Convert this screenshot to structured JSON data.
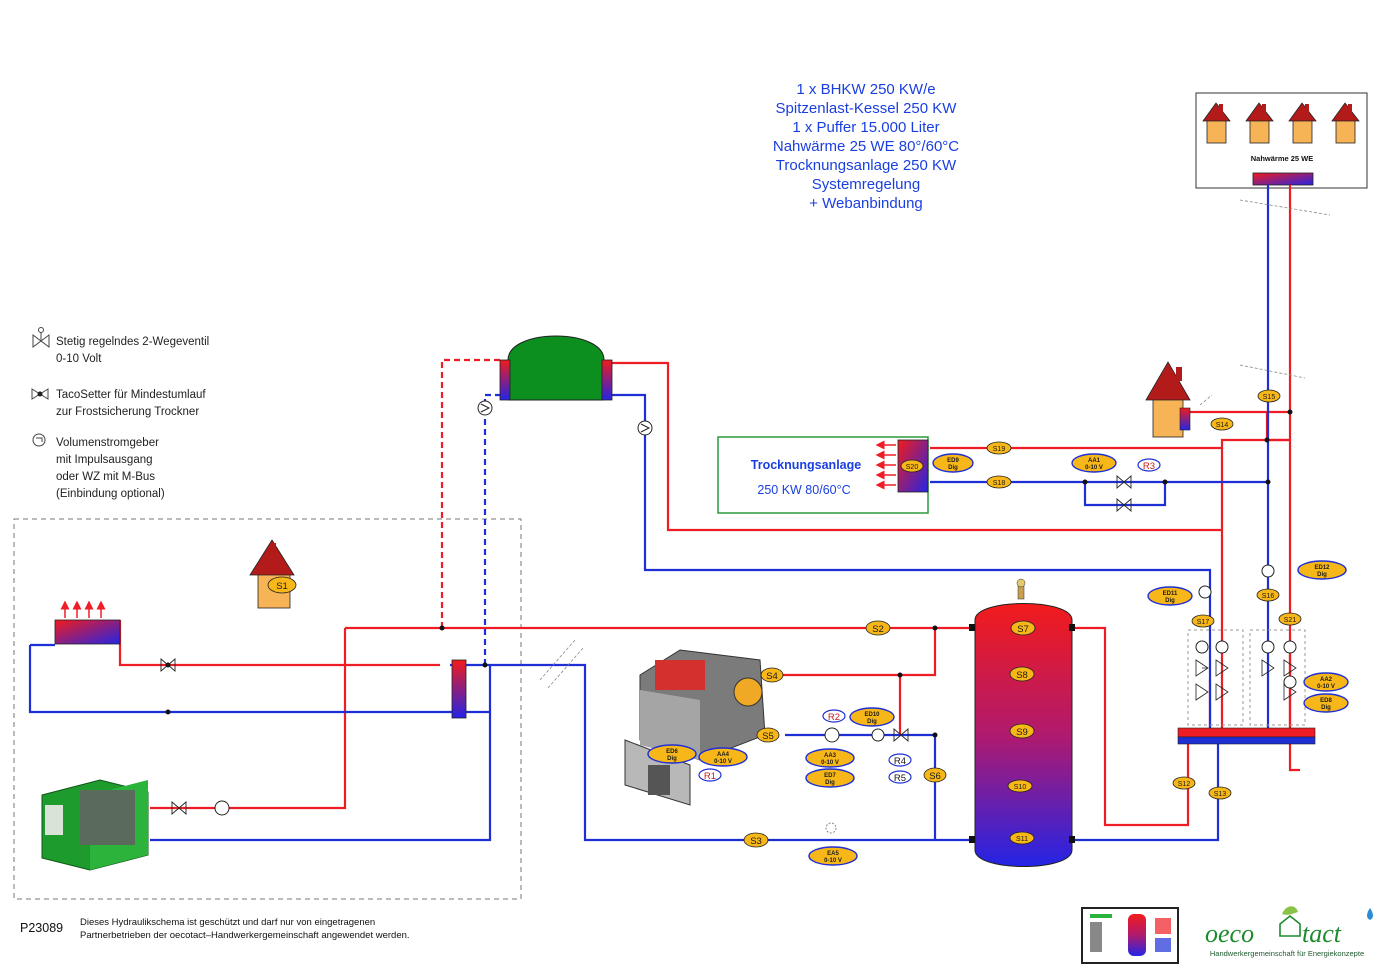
{
  "header_lines": [
    "1 x BHKW 250 KW/e",
    "Spitzenlast-Kessel 250 KW",
    "1 x Puffer 15.000 Liter",
    "Nahwärme 25 WE 80°/60°C",
    "Trocknungsanlage 250 KW",
    "Systemregelung",
    "+ Webanbindung"
  ],
  "legend": {
    "valve": [
      "Stetig regelndes 2-Wegeventil",
      "0-10 Volt"
    ],
    "tacosetter": [
      "TacoSetter für Mindestumlauf",
      "zur Frostsicherung Trockner"
    ],
    "flowmeter": [
      "Volumenstromgeber",
      "mit Impulsausgang",
      "oder WZ mit M-Bus",
      "(Einbindung optional)"
    ]
  },
  "nahwaerme_label": "Nahwärme 25 WE",
  "trocknung": {
    "title": "Trocknungsanlage",
    "spec": "250 KW 80/60°C"
  },
  "sensors": {
    "S1": "S1",
    "S2": "S2",
    "S3": "S3",
    "S4": "S4",
    "S5": "S5",
    "S6": "S6",
    "S7": "S7",
    "S8": "S8",
    "S9": "S9",
    "S10": "S10",
    "S11": "S11",
    "S12": "S12",
    "S13": "S13",
    "S14": "S14",
    "S15": "S15",
    "S16": "S16",
    "S17": "S17",
    "S18": "S18",
    "S19": "S19",
    "S20": "S20",
    "S21": "S21"
  },
  "io_tags": {
    "ED9": [
      "ED9",
      "Dig"
    ],
    "AA1": [
      "AA1",
      "0-10 V"
    ],
    "ED11": [
      "ED11",
      "Dig"
    ],
    "ED12": [
      "ED12",
      "Dig"
    ],
    "AA2": [
      "AA2",
      "0-10 V"
    ],
    "ED8": [
      "ED8",
      "Dig"
    ],
    "ED10": [
      "ED10",
      "Dig"
    ],
    "AA3": [
      "AA3",
      "0-10 V"
    ],
    "ED7": [
      "ED7",
      "Dig"
    ],
    "ED6": [
      "ED6",
      "Dig"
    ],
    "AA4": [
      "AA4",
      "0-10 V"
    ],
    "EA5": [
      "EA5",
      "0-10 V"
    ]
  },
  "relays": {
    "R1": "R1",
    "R2": "R2",
    "R3": "R3",
    "R4": "R4",
    "R5": "R5"
  },
  "footer": {
    "code": "P23089",
    "notice_line1": "Dieses Hydraulikschema ist geschützt und darf nur von eingetragenen",
    "notice_line2": "Partnerbetrieben der oecotact–Handwerkergemeinschaft angewendet werden."
  },
  "brand": {
    "name_left": "oeco",
    "name_right": "tact",
    "tagline": "Handwerkergemeinschaft für Energiekonzepte"
  },
  "colors": {
    "supply": "#ee1c25",
    "return": "#1e2fd6",
    "accent_tag": "#f7b719",
    "title": "#1a3fe0"
  }
}
